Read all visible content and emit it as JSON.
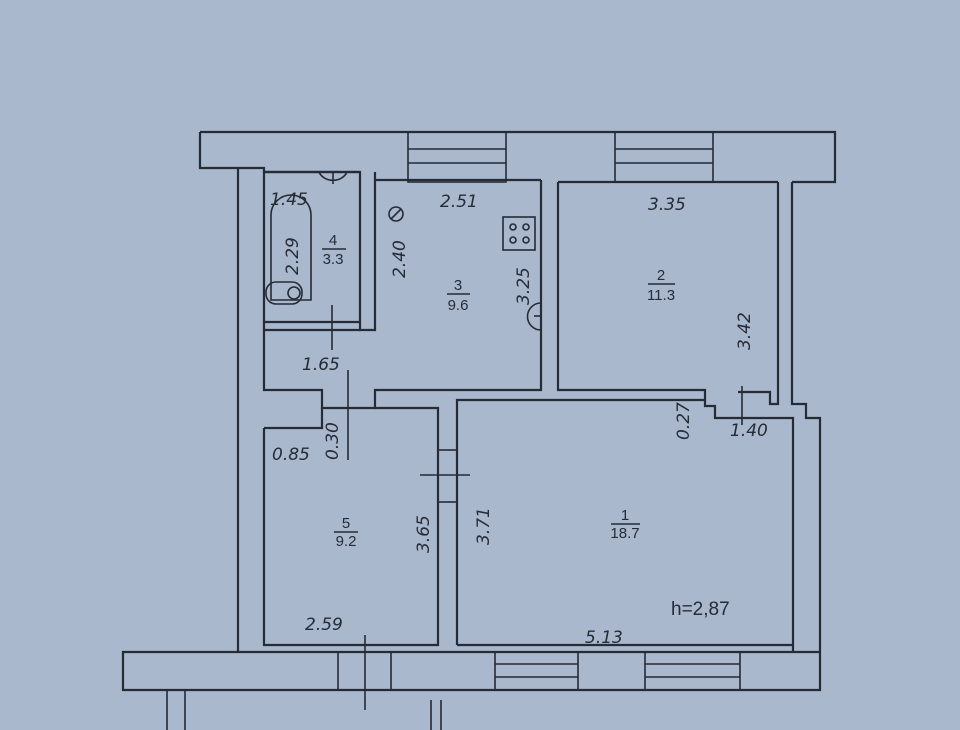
{
  "plan": {
    "ceiling_height": "h=2,87",
    "rooms": [
      {
        "number": "1",
        "area": "18.7"
      },
      {
        "number": "2",
        "area": "11.3"
      },
      {
        "number": "3",
        "area": "9.6"
      },
      {
        "number": "4",
        "area": "3.3"
      },
      {
        "number": "5",
        "area": "9.2"
      }
    ],
    "dimensions": {
      "bath_width": "1.45",
      "bathtub_length": "2.29",
      "kitchen_height": "2.40",
      "kitchen_width": "2.51",
      "kitchen_depth": "3.25",
      "hall_width": "1.65",
      "room2_width": "3.35",
      "room2_depth": "3.42",
      "passage": "0.30",
      "room5_offset": "0.85",
      "room5_depth": "3.65",
      "room1_depth": "3.71",
      "room5_width": "2.59",
      "room1_width": "5.13",
      "niche_depth": "0.27",
      "niche_width": "1.40"
    }
  }
}
